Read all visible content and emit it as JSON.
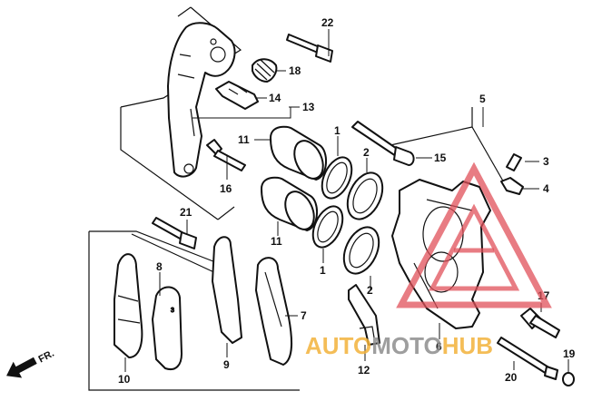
{
  "callouts": {
    "c1a": "1",
    "c1b": "1",
    "c2a": "2",
    "c2b": "2",
    "c3": "3",
    "c4": "4",
    "c5": "5",
    "c6": "6",
    "c7": "7",
    "c8": "8",
    "c9": "9",
    "c10": "10",
    "c11a": "11",
    "c11b": "11",
    "c12": "12",
    "c13": "13",
    "c14": "14",
    "c15": "15",
    "c16": "16",
    "c17": "17",
    "c18": "18",
    "c19": "19",
    "c20": "20",
    "c21": "21",
    "c22": "22"
  },
  "front_arrow": {
    "label": "FR."
  },
  "watermark": {
    "part_orange": "AUTO",
    "part_gray": "MOTO",
    "part_orange_2": "HUB",
    "triangle_color": "#e0505a",
    "orange_color": "#f2b13a",
    "gray_color": "#8d8d8d"
  }
}
